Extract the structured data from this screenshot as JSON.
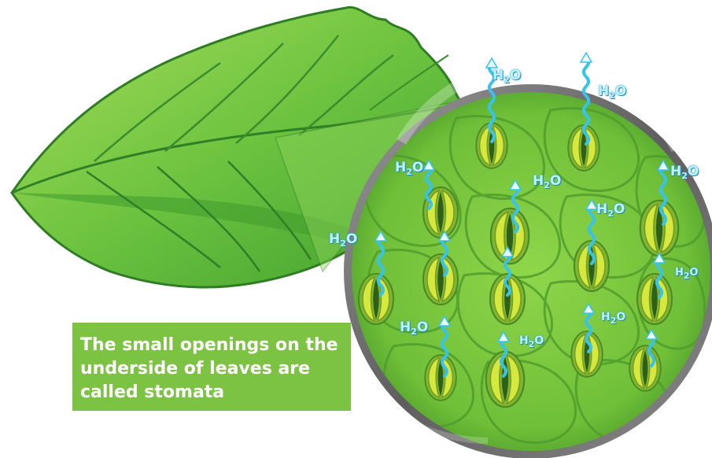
{
  "caption": {
    "text": "The small openings on the underside of leaves are called stomata"
  },
  "labels": {
    "molecule_element_h": "H",
    "molecule_subscript": "2",
    "molecule_element_o": "O"
  },
  "colors": {
    "leaf_light": "#8fd14f",
    "leaf_mid": "#5dbb3a",
    "leaf_dark": "#2f8f2a",
    "lens_rim": "#6b6b6b",
    "water_arrow": "#36c3ee",
    "stoma_yellow": "#c9e23a",
    "caption_bg": "#7cc243"
  },
  "icons": [
    "leaf-icon",
    "magnifier-lens-icon",
    "stoma-icon",
    "water-vapor-arrow-icon"
  ]
}
